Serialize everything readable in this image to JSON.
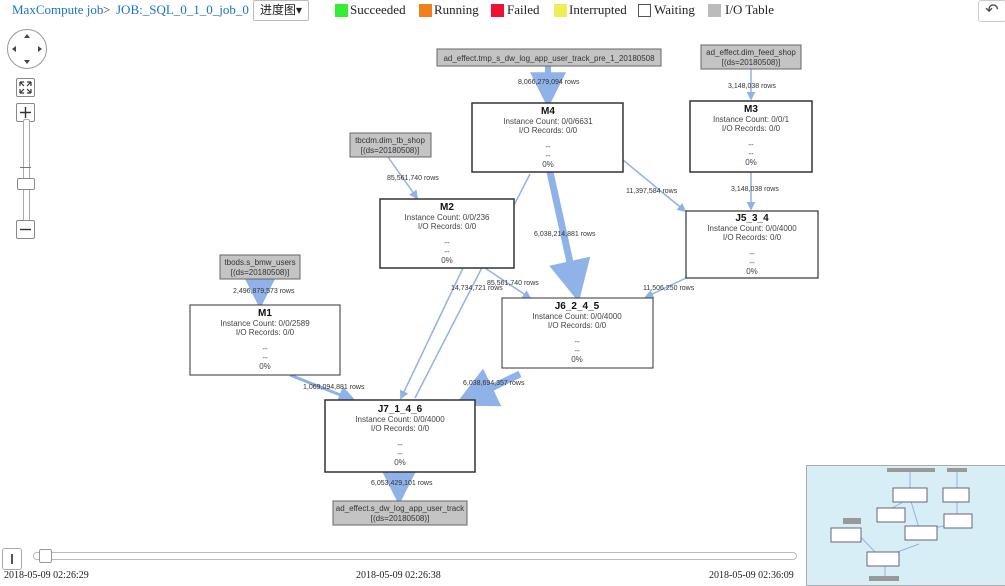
{
  "breadcrumb": {
    "root": "MaxCompute job",
    "sep": ">",
    "job": "JOB:_SQL_0_1_0_job_0"
  },
  "view_select": {
    "label": "进度图",
    "caret": "▾"
  },
  "legend": [
    {
      "label": "Succeeded",
      "color": "#33ee33"
    },
    {
      "label": "Running",
      "color": "#f07f1c"
    },
    {
      "label": "Failed",
      "color": "#ee1133"
    },
    {
      "label": "Interrupted",
      "color": "#eeee55"
    },
    {
      "label": "Waiting",
      "color": "#ffffff"
    },
    {
      "label": "I/O Table",
      "color": "#bbbbbb"
    }
  ],
  "back_button": {
    "icon": "undo-arrow-icon",
    "glyph": "↶"
  },
  "tables": {
    "tmp": {
      "line1": "ad_effect.tmp_s_dw_log_app_user_track_pre_1_20180508",
      "line2": ""
    },
    "feed": {
      "line1": "ad_effect.dim_feed_shop",
      "line2": "[(ds=20180508)]"
    },
    "tbshop": {
      "line1": "tbcdm.dim_tb_shop",
      "line2": "[(ds=20180508)]"
    },
    "users": {
      "line1": "tbods.s_bmw_users",
      "line2": "[(ds=20180508)]"
    },
    "track": {
      "line1": "ad_effect.s_dw_log_app_user_track",
      "line2": "[(ds=20180508)]"
    }
  },
  "nodes": {
    "M4": {
      "name": "M4",
      "instances": "Instance Count: 0/0/6631",
      "io": "I/O Records: 0/0",
      "d1": "--",
      "d2": "--",
      "pct": "0%"
    },
    "M3": {
      "name": "M3",
      "instances": "Instance Count: 0/0/1",
      "io": "I/O Records: 0/0",
      "d1": "--",
      "d2": "--",
      "pct": "0%"
    },
    "M2": {
      "name": "M2",
      "instances": "Instance Count: 0/0/236",
      "io": "I/O Records: 0/0",
      "d1": "--",
      "d2": "--",
      "pct": "0%"
    },
    "J5": {
      "name": "J5_3_4",
      "instances": "Instance Count: 0/0/4000",
      "io": "I/O Records: 0/0",
      "d1": "--",
      "d2": "--",
      "pct": "0%"
    },
    "M1": {
      "name": "M1",
      "instances": "Instance Count: 0/0/2589",
      "io": "I/O Records: 0/0",
      "d1": "--",
      "d2": "--",
      "pct": "0%"
    },
    "J6": {
      "name": "J6_2_4_5",
      "instances": "Instance Count: 0/0/4000",
      "io": "I/O Records: 0/0",
      "d1": "--",
      "d2": "--",
      "pct": "0%"
    },
    "J7": {
      "name": "J7_1_4_6",
      "instances": "Instance Count: 0/0/4000",
      "io": "I/O Records: 0/0",
      "d1": "--",
      "d2": "--",
      "pct": "0%"
    }
  },
  "edges": {
    "tmp_m4": "8,066,279,094 rows",
    "feed_m3": "3,148,038 rows",
    "tbshop_m2": "85,561,740 rows",
    "m4_j5": "11,397,584 rows",
    "m3_j5": "3,148,038 rows",
    "m4_j6": "6,038,214,881 rows",
    "users_m1": "2,496,879,573 rows",
    "m2_j7": "14,734,721 rows",
    "m2_j6": "85,561,740 rows",
    "j5_j6": "11,506,250 rows",
    "m1_j7": "1,069,094,881 rows",
    "j6_j7": "6,038,694,357 rows",
    "j7_track": "6,053,429,101 rows"
  },
  "timeline": {
    "start": "2018-05-09 02:26:29",
    "mid": "2018-05-09 02:26:38",
    "end": "2018-05-09 02:36:09",
    "progress": 0.01
  }
}
